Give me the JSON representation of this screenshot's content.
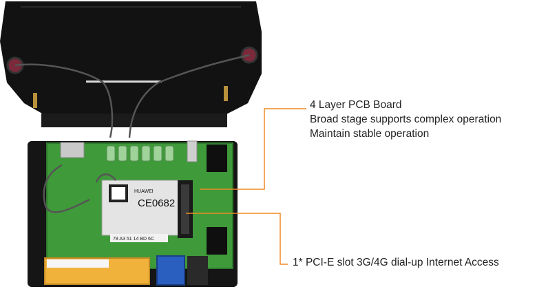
{
  "callouts": {
    "top": {
      "line1": "4 Layer PCB Board",
      "line2": "Broad stage supports complex operation",
      "line3": "Maintain stable operation"
    },
    "bottom": {
      "text": "1* PCI-E slot 3G/4G dial-up Internet Access"
    }
  },
  "board_text": {
    "module_brand": "HUAWEI",
    "ce_mark": "CE0682",
    "mac_label": "78 A3 51 14 BD 6C"
  },
  "colors": {
    "callout_line": "#f08a24",
    "pcb_green": "#3f9a3a",
    "case_black": "#111111"
  }
}
